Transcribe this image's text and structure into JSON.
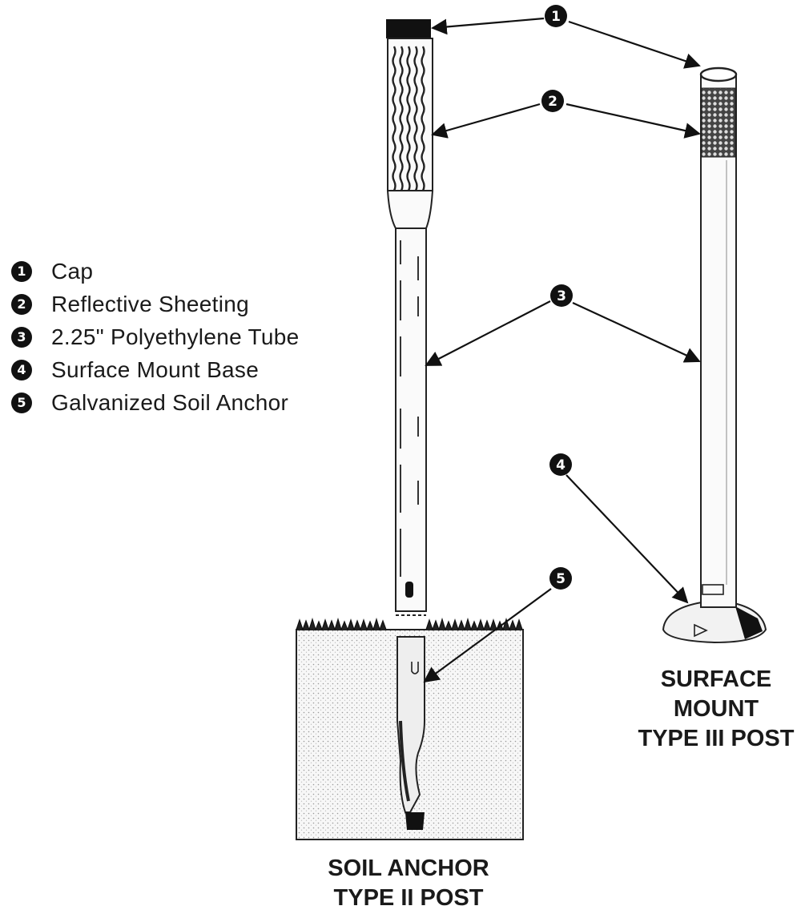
{
  "legend": [
    {
      "num": "1",
      "text": "Cap"
    },
    {
      "num": "2",
      "text": "Reflective Sheeting"
    },
    {
      "num": "3",
      "text": "2.25\" Polyethylene Tube"
    },
    {
      "num": "4",
      "text": "Surface Mount Base"
    },
    {
      "num": "5",
      "text": "Galvanized Soil Anchor"
    }
  ],
  "callouts": {
    "c1": "1",
    "c2": "2",
    "c3": "3",
    "c4": "4",
    "c5": "5"
  },
  "soil_post_label": {
    "line1": "SOIL ANCHOR",
    "line2": "TYPE II POST"
  },
  "surface_post_label": {
    "line1": "SURFACE",
    "line2": "MOUNT",
    "line3": "TYPE III POST"
  }
}
